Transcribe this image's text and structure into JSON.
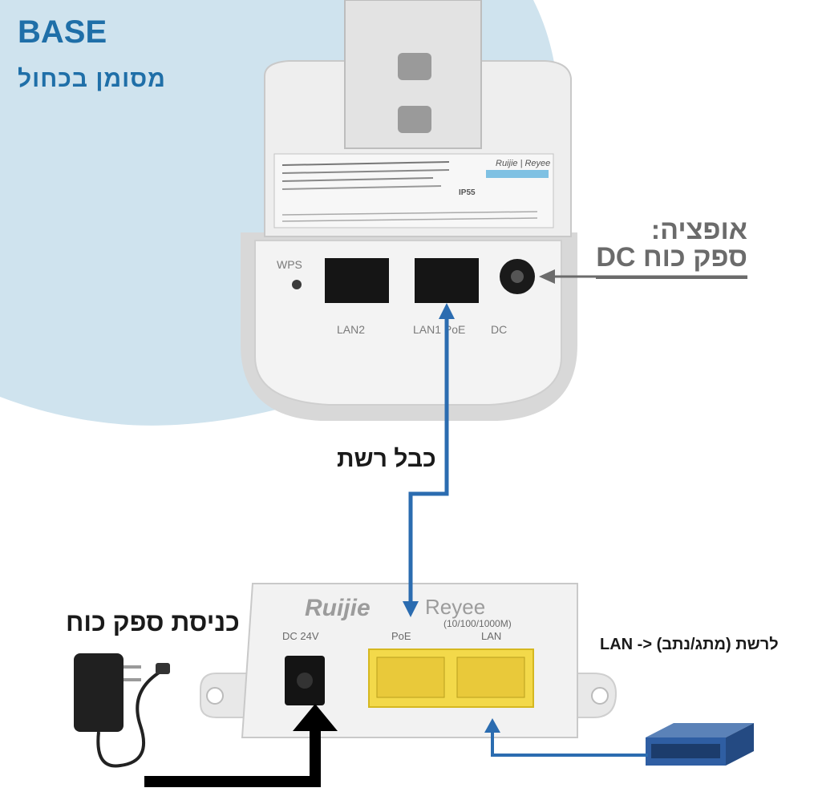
{
  "header": {
    "brand": "BASE",
    "subtitle": "מסומן בכחול"
  },
  "outdoor_unit": {
    "ports": {
      "wps": "WPS",
      "lan2": "LAN2",
      "lan1": "LAN1 PoE",
      "dc": "DC"
    },
    "certification": "IP55",
    "brand_label": "Ruijie | Reyee"
  },
  "injector": {
    "brand": "Ruijie",
    "sub_brand": "Reyee",
    "labels": {
      "dc": "DC 24V",
      "poe": "PoE",
      "speed": "(10/100/1000M)",
      "lan": "LAN"
    }
  },
  "annotations": {
    "dc_option_title": "אופציה:",
    "dc_option_body": "ספק כוח DC",
    "network_cable": "כבל רשת",
    "power_input": "כניסת ספק כוח",
    "lan_destination": "LAN -> לרשת (מתג/נתב)"
  },
  "colors": {
    "accent_blue": "#1f6fa8",
    "background_circle": "#cfe3ee",
    "arrow_blue": "#2b6cb0",
    "port_yellow": "#f3d94a"
  }
}
